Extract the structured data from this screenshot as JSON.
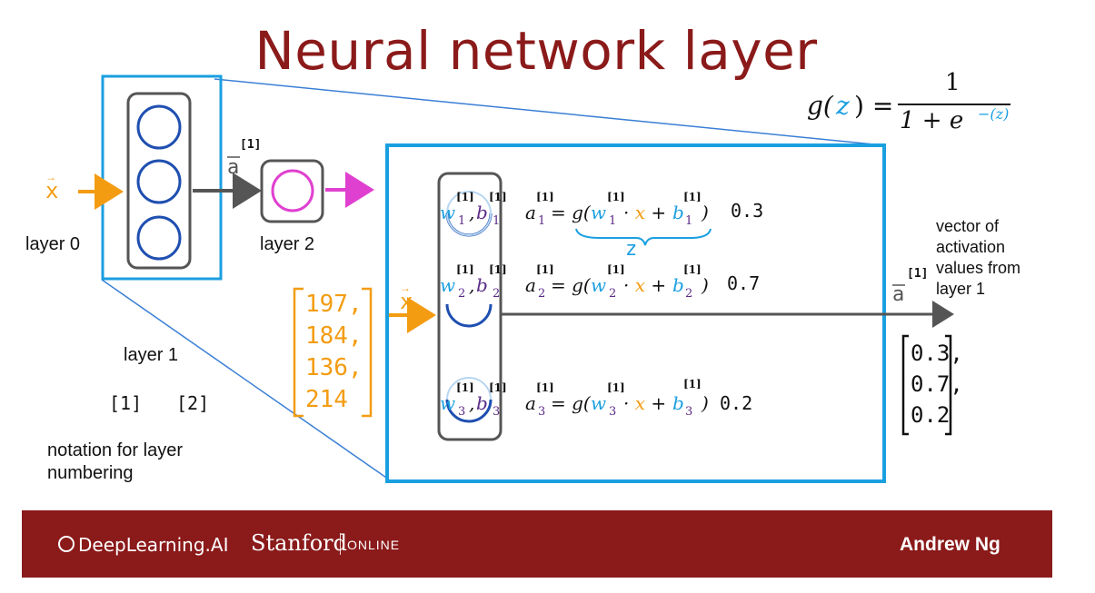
{
  "title": "Neural network layer",
  "sigmoid": {
    "lhs": "g(",
    "z": "z",
    "rhs": ") =",
    "numerator": "1",
    "denominator": "1 + e",
    "exponent": "−(z)"
  },
  "left_diagram": {
    "input_label": "x",
    "layer0": "layer 0",
    "layer1": "layer 1",
    "layer2": "layer 2",
    "a_label": "a",
    "a_superscript": "[1]",
    "notation_1": "[1]",
    "notation_2": "[2]",
    "notation_text": "notation for layer numbering"
  },
  "input_vector": [
    "197,",
    "184,",
    "136,",
    "214"
  ],
  "zoom": {
    "input_label": "x",
    "units": [
      {
        "w": "w",
        "sub": "1",
        "sup": "[1]",
        "b": "b",
        "a": "a",
        "out": "0.3"
      },
      {
        "w": "w",
        "sub": "2",
        "sup": "[1]",
        "b": "b",
        "a": "a",
        "out": "0.7"
      },
      {
        "w": "w",
        "sub": "3",
        "sup": "[1]",
        "b": "b",
        "a": "a",
        "out": "0.2"
      }
    ],
    "z_brace_label": "z",
    "output_label": "a",
    "output_sup": "[1]",
    "output_desc": "vector of activation values from layer 1",
    "output_vector": [
      "0.3,",
      "0.7,",
      "0.2"
    ]
  },
  "colors": {
    "title": "#8b1a1a",
    "blue": "#1a9fe0",
    "orange": "#f39c12",
    "magenta": "#e040d0",
    "purple": "#5b2a86",
    "dark_blue": "#1f4fb0"
  },
  "footer": {
    "logo": "DeepLearning.AI",
    "stanford": "Stanford",
    "online": "ONLINE",
    "author": "Andrew Ng"
  }
}
